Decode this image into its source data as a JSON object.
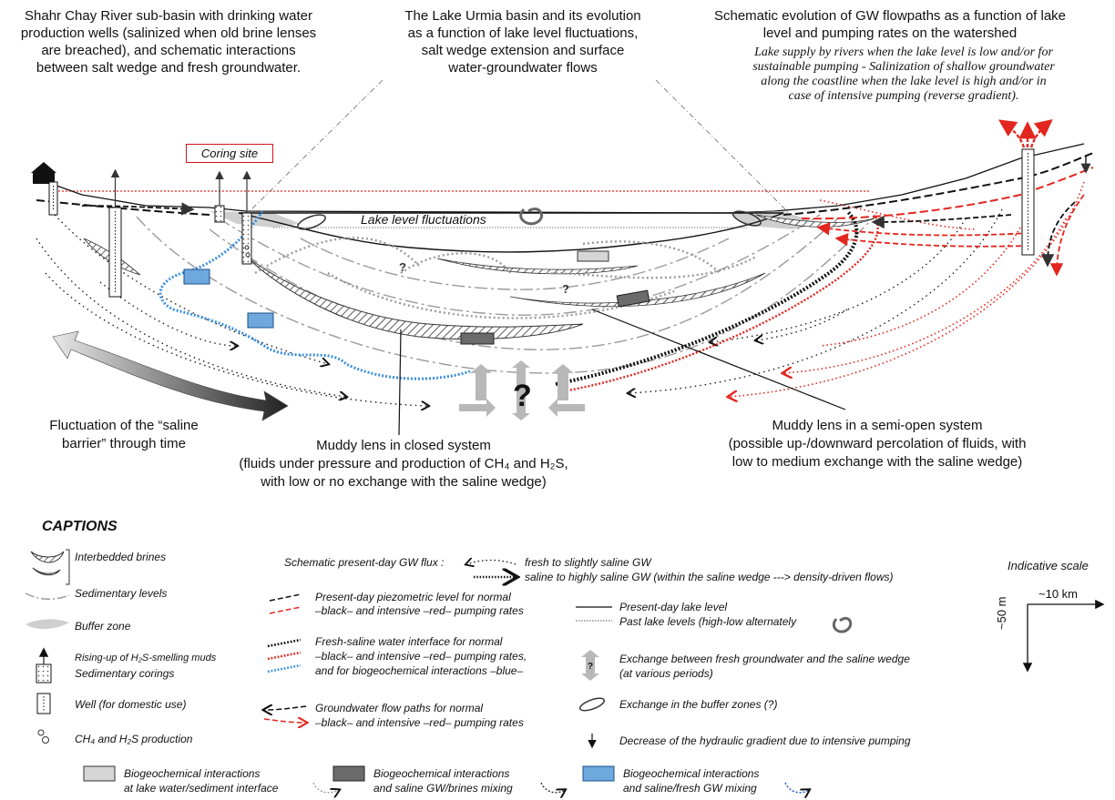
{
  "titles": {
    "left_line1": "Shahr Chay River sub-basin with drinking water",
    "left_line2": "production wells (salinized when old brine lenses",
    "left_line3": "are breached), and schematic interactions",
    "left_line4": "between salt wedge and fresh groundwater.",
    "center_line1": "The Lake Urmia basin and its evolution",
    "center_line2": "as a function of lake level fluctuations,",
    "center_line3": "salt wedge extension and surface",
    "center_line4": "water-groundwater flows",
    "right_line1": "Schematic evolution of GW flowpaths as a function of lake",
    "right_line2": "level and pumping rates on the watershed",
    "right_note1": "Lake supply by rivers when the lake level is low and/or for",
    "right_note2": "sustainable pumping - Salinization of shallow groundwater",
    "right_note3": "along the coastline when the lake level is high and/or in",
    "right_note4": "case of intensive pumping (reverse gradient)."
  },
  "diagram": {
    "coring_site": "Coring site",
    "lake_level_fluctuations": "Lake level fluctuations",
    "question_mark": "?"
  },
  "callouts": {
    "saline_barrier_1": "Fluctuation of the “saline",
    "saline_barrier_2": "barrier” through time",
    "closed_1": "Muddy lens in closed system",
    "closed_2": "(fluids under pressure and production of CH₄ and H₂S,",
    "closed_3": "with low or no exchange with the saline wedge)",
    "semi_1": "Muddy lens in a semi-open system",
    "semi_2": "(possible up-/downward percolation of fluids, with",
    "semi_3": "low to medium exchange with the saline wedge)"
  },
  "captions": {
    "heading": "CAPTIONS",
    "interbedded_brines": "Interbedded brines",
    "sedimentary_levels": "Sedimentary levels",
    "buffer_zone": "Buffer zone",
    "rising_up": "Rising-up of H₂S-smelling muds",
    "sedimentary_corings": "Sedimentary corings",
    "well": "Well (for domestic use)",
    "ch4_h2s": "CH₄ and H₂S production",
    "gw_flux_label": "Schematic present-day GW flux :",
    "fresh_gw": "fresh to slightly saline GW",
    "saline_gw": "saline to highly saline GW (within the saline wedge ---> density-driven flows)",
    "piezo_1": "Present-day piezometric level for normal",
    "piezo_2": "–black– and intensive –red– pumping rates",
    "interface_1": "Fresh-saline water interface for normal",
    "interface_2": "–black– and intensive –red– pumping rates,",
    "interface_3": "and for biogeochemical interactions  –blue–",
    "flowpaths_1": "Groundwater flow paths for normal",
    "flowpaths_2": "–black– and intensive –red– pumping rates",
    "lake_present": "Present-day lake level",
    "lake_past": "Past lake levels (high-low alternately",
    "exchange_1": "Exchange between fresh groundwater and the saline wedge",
    "exchange_2": "(at various periods)",
    "buffer_exchange": "Exchange in the buffer zones (?)",
    "gradient": "Decrease of the hydraulic gradient due to intensive pumping",
    "bio1_1": "Biogeochemical interactions",
    "bio1_2": "at lake water/sediment interface",
    "bio2_1": "Biogeochemical interactions",
    "bio2_2": "and saline GW/brines mixing",
    "bio3_1": "Biogeochemical interactions",
    "bio3_2": "and saline/fresh GW mixing",
    "scale_title": "Indicative scale",
    "scale_h": "~10 km",
    "scale_v": "~50 m"
  },
  "colors": {
    "red": "#e3261f",
    "blue": "#3a8fe0",
    "grey": "#9a9a9a",
    "dark_grey": "#555555",
    "light_grey": "#d2d2d2",
    "brine_hatch": "#333333"
  }
}
